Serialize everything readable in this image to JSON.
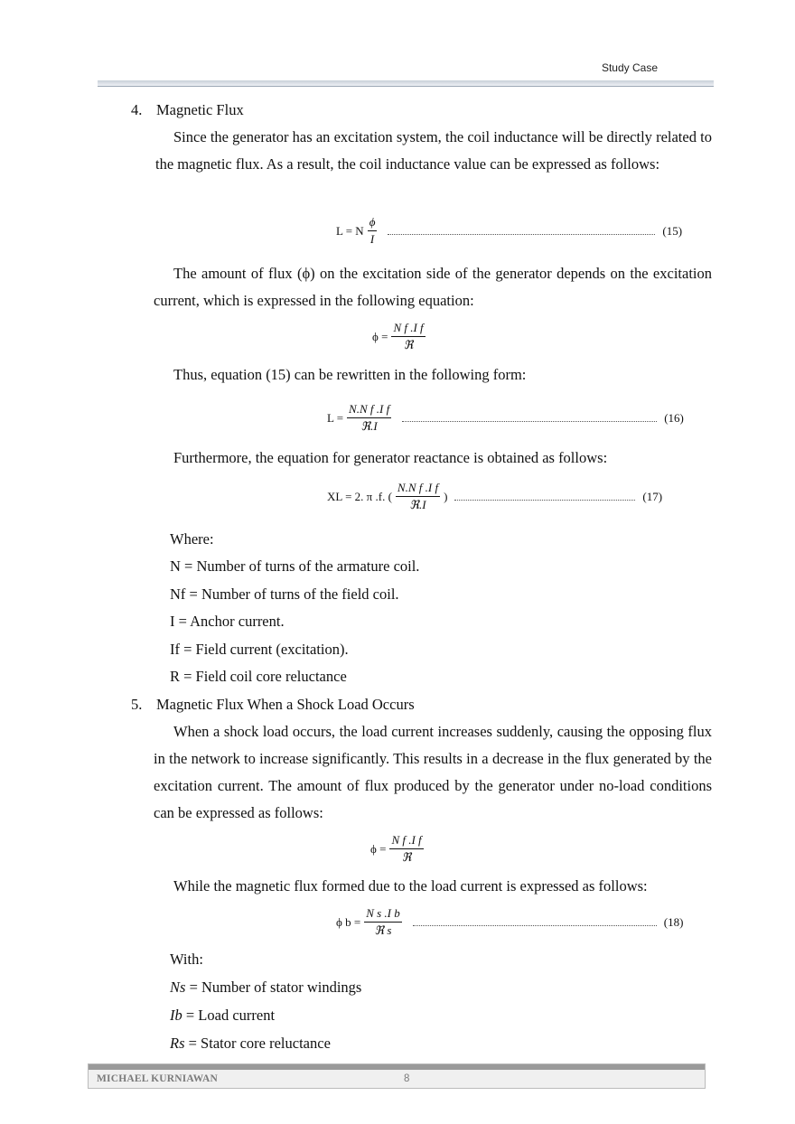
{
  "header": {
    "title": "Study Case"
  },
  "section4": {
    "number": "4.",
    "title": "Magnetic Flux",
    "para1": "Since the generator has an excitation system, the coil inductance will be directly related to the magnetic flux. As a result, the coil inductance value can be expressed as follows:",
    "eq15": {
      "lhs": "L  =  N",
      "num": "ϕ",
      "den": "I",
      "label": "(15)"
    },
    "para2": "The amount of flux (ϕ) on the excitation side of the generator depends on the excitation current, which is expressed in the following equation:",
    "eq_phi": {
      "lhs": "ϕ  =",
      "num": "N f .I f",
      "den": "ℜ"
    },
    "para3": "Thus, equation (15) can be rewritten in the following form:",
    "eq16": {
      "lhs": "L  =",
      "num": "N.N f .I f",
      "den": "ℜ.I",
      "label": "(16)"
    },
    "para4": "Furthermore, the equation for generator reactance is obtained as follows:",
    "eq17": {
      "lhs": "XL  =  2. π .f. (",
      "num": "N.N f .I f",
      "den": "ℜ.I",
      "close": ")",
      "label": "(17)"
    },
    "where": "Where:",
    "defs": [
      "N = Number of turns of the armature coil.",
      "Nf = Number of turns of the field coil.",
      "I = Anchor current.",
      "If = Field current (excitation).",
      "R = Field coil core reluctance"
    ]
  },
  "section5": {
    "number": "5.",
    "title": "Magnetic Flux When a Shock Load Occurs",
    "para1": "When a shock load occurs, the load current increases suddenly, causing the opposing flux in the network to increase significantly. This results in a decrease in the flux generated by the excitation current. The amount of flux produced by the generator under no-load conditions can be expressed as follows:",
    "eq_phi": {
      "lhs": "ϕ  =",
      "num": "N f .I f",
      "den": "ℜ"
    },
    "para2": "While the magnetic flux formed due to the load current is expressed as follows:",
    "eq18": {
      "lhs": "ϕ b  =",
      "num": "N s .I b",
      "den": "ℜ s",
      "label": "(18)"
    },
    "with": "With:",
    "defs": [
      {
        "sym": "Ns",
        "text": " = Number of stator windings"
      },
      {
        "sym": "Ib",
        "text": " = Load current"
      },
      {
        "sym": "Rs",
        "text": " = Stator core reluctance"
      }
    ]
  },
  "footer": {
    "author": "MICHAEL KURNIAWAN",
    "page": "8"
  }
}
